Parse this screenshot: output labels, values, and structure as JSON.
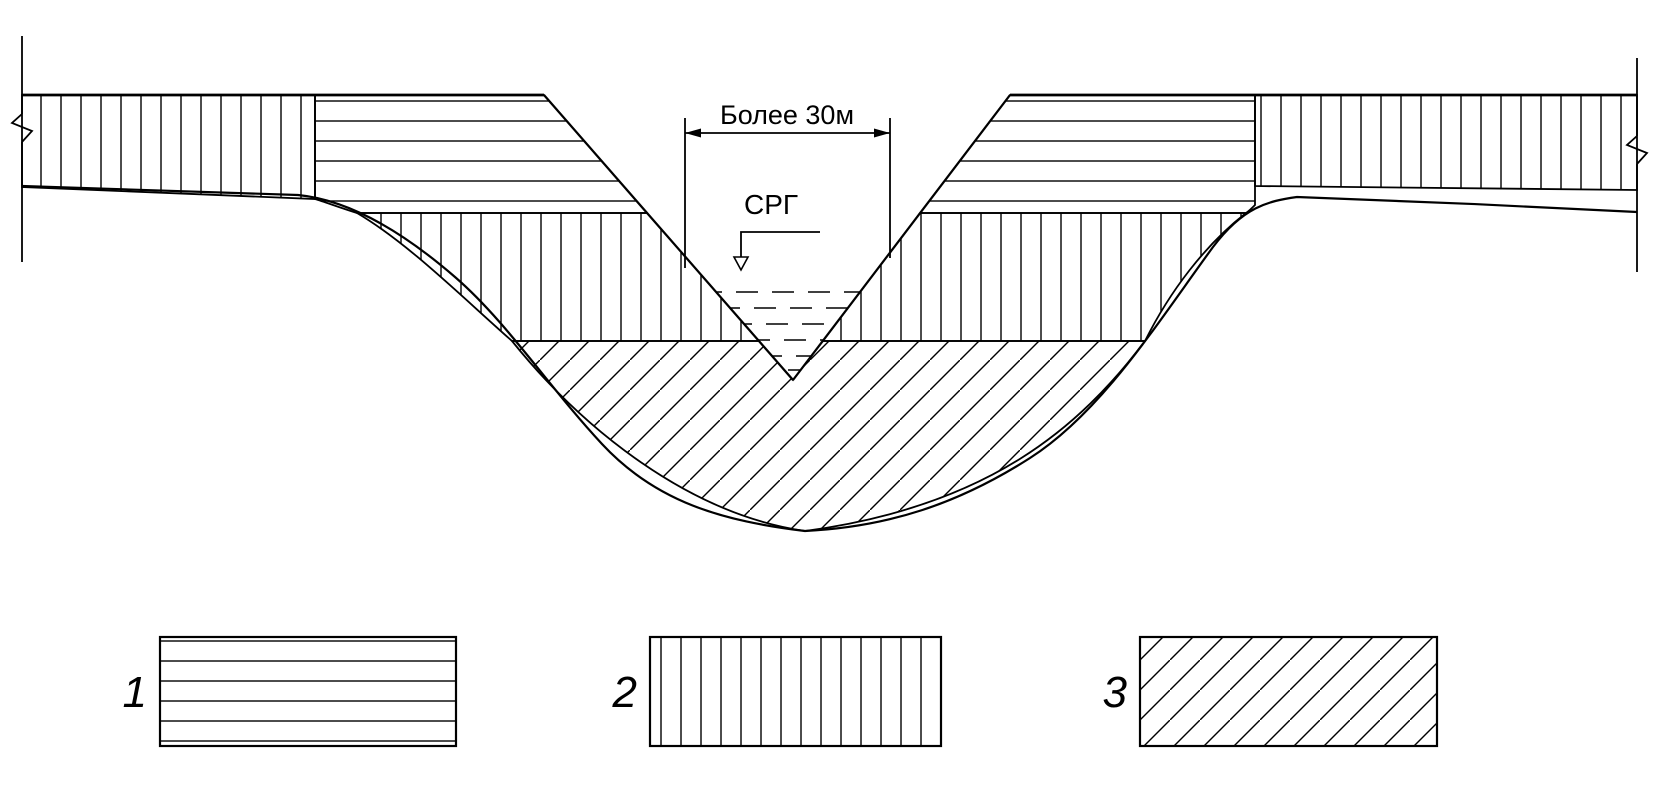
{
  "diagram": {
    "type": "valley-cross-section",
    "background_color": "#ffffff",
    "line_color": "#000000",
    "annotations": {
      "width_label": "Более 30м",
      "water_level_label": "СРГ"
    },
    "legend": {
      "items": [
        {
          "number": "1",
          "pattern": "horizontal-hatch"
        },
        {
          "number": "2",
          "pattern": "vertical-hatch"
        },
        {
          "number": "3",
          "pattern": "diagonal-hatch"
        }
      ]
    }
  }
}
